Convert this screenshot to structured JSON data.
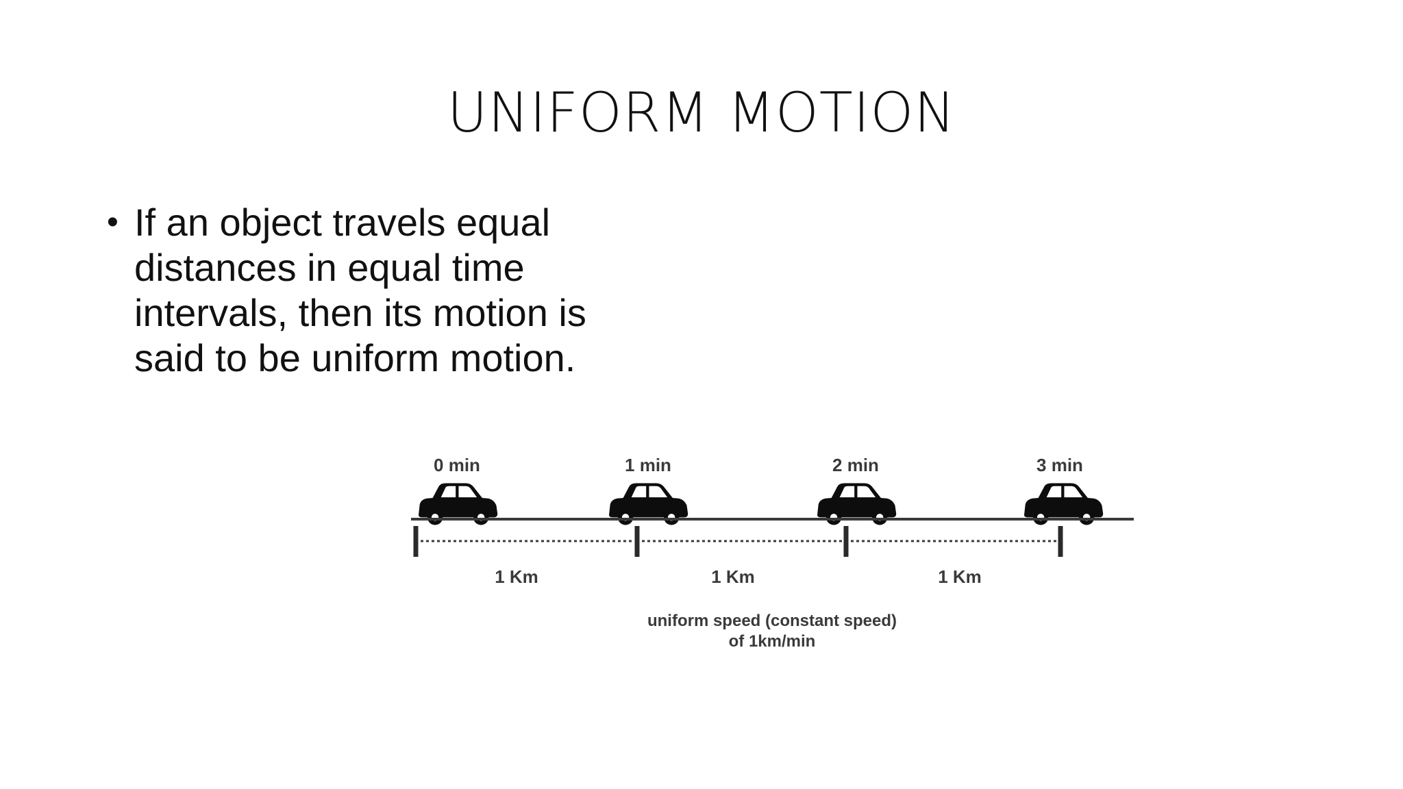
{
  "slide": {
    "title": "UNIFORM MOTION",
    "bullets": [
      {
        "symbol": "•",
        "lines": [
          "If an object travels equal",
          "distances in equal time",
          "intervals, then its motion is",
          "said to be uniform motion."
        ]
      }
    ]
  },
  "diagram": {
    "times": [
      "0 min",
      "1 min",
      "2 min",
      "3 min"
    ],
    "distances": [
      "1 Km",
      "1 Km",
      "1 Km"
    ],
    "caption_line1": "uniform speed (constant speed)",
    "caption_line2": "of 1km/min",
    "icon": "car-icon"
  }
}
